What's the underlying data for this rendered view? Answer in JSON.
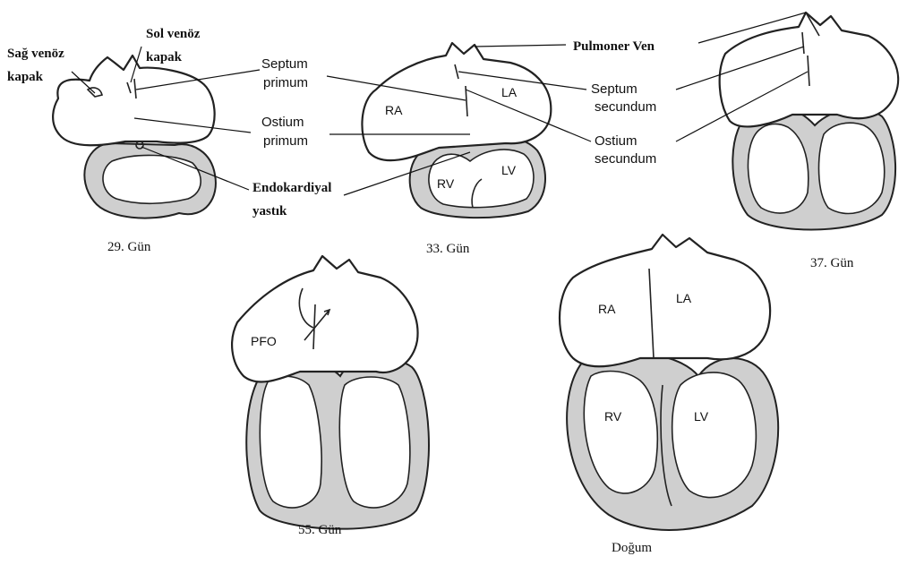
{
  "labels": {
    "sag_venoz": "Sağ venöz",
    "kapak_left": "kapak",
    "sol_venoz": "Sol venöz",
    "kapak_right": "kapak",
    "septum_primum_1": "Septum",
    "septum_primum_2": "primum",
    "ostium_primum_1": "Ostium",
    "ostium_primum_2": "primum",
    "endokardiyal_1": "Endokardiyal",
    "endokardiyal_2": "yastık",
    "pulmoner_ven": "Pulmoner Ven",
    "septum_secundum_1": "Septum",
    "septum_secundum_2": "secundum",
    "ostium_secundum_1": "Ostium",
    "ostium_secundum_2": "secundum"
  },
  "chambers": {
    "ra": "RA",
    "la": "LA",
    "rv": "RV",
    "lv": "LV",
    "pfo": "PFO"
  },
  "captions": {
    "day29": "29. Gün",
    "day33": "33. Gün",
    "day37": "37. Gün",
    "day55": "55. Gün",
    "birth": "Doğum"
  }
}
